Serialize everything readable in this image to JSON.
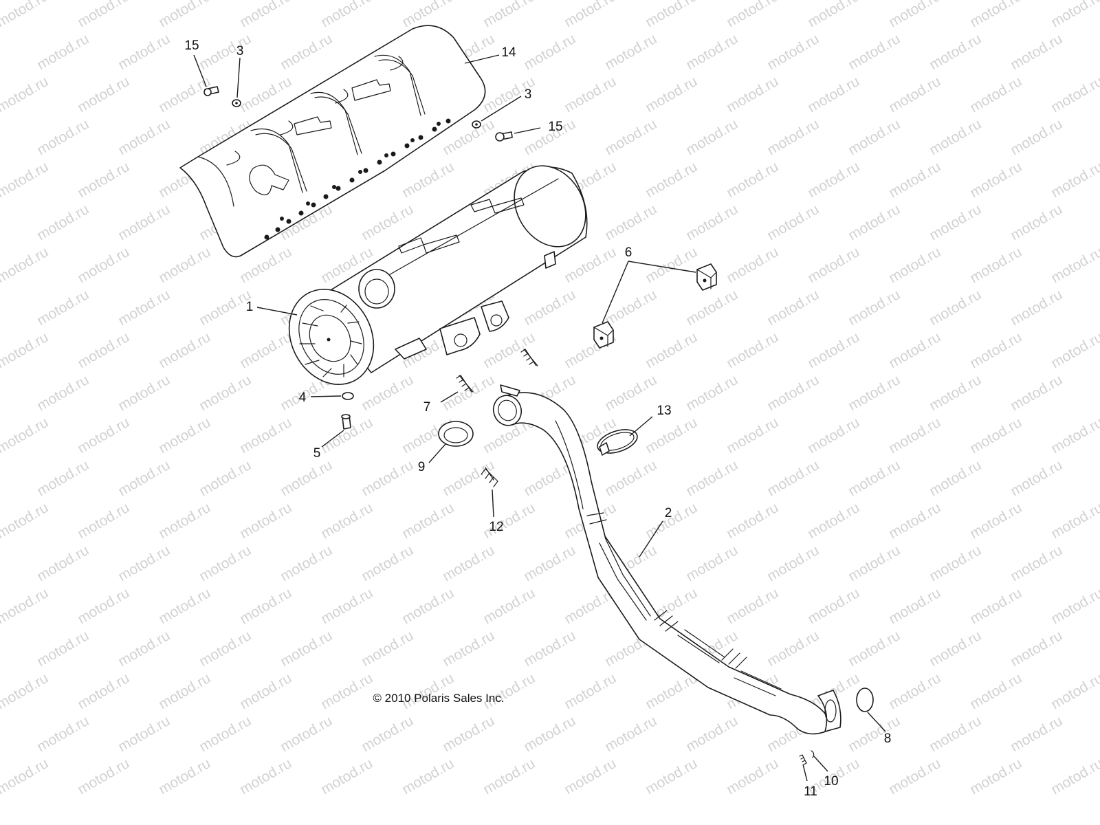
{
  "watermark": "motod.ru",
  "copyright": "© 2010 Polaris Sales Inc.",
  "callouts": [
    "15",
    "3",
    "14",
    "3",
    "15",
    "1",
    "6",
    "4",
    "7",
    "5",
    "9",
    "13",
    "12",
    "2",
    "8",
    "11",
    "10"
  ],
  "parts": {
    "heat_shield": "14",
    "muffler": "1",
    "head_pipe": "2"
  }
}
